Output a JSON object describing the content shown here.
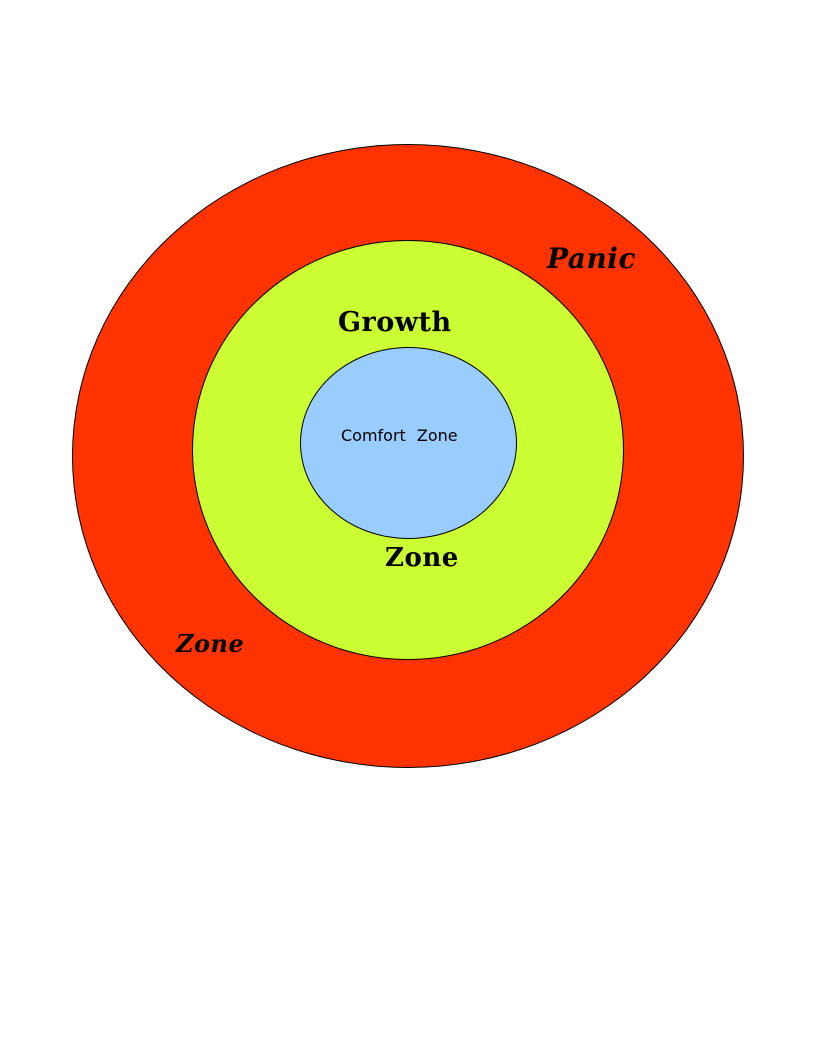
{
  "diagram": {
    "type": "concentric-zones",
    "colors": {
      "panic": "#FF3300",
      "growth": "#CCFF33",
      "comfort": "#99CCFF",
      "outline": "#000000",
      "background": "#FFFFFF"
    },
    "zones": [
      {
        "name": "Panic Zone",
        "label_top": "Panic",
        "label_bottom": "Zone",
        "layer": "outer"
      },
      {
        "name": "Growth Zone",
        "label_top": "Growth",
        "label_bottom": "Zone",
        "layer": "middle"
      },
      {
        "name": "Comfort Zone",
        "label": "Comfort Zone",
        "layer": "inner"
      }
    ]
  }
}
